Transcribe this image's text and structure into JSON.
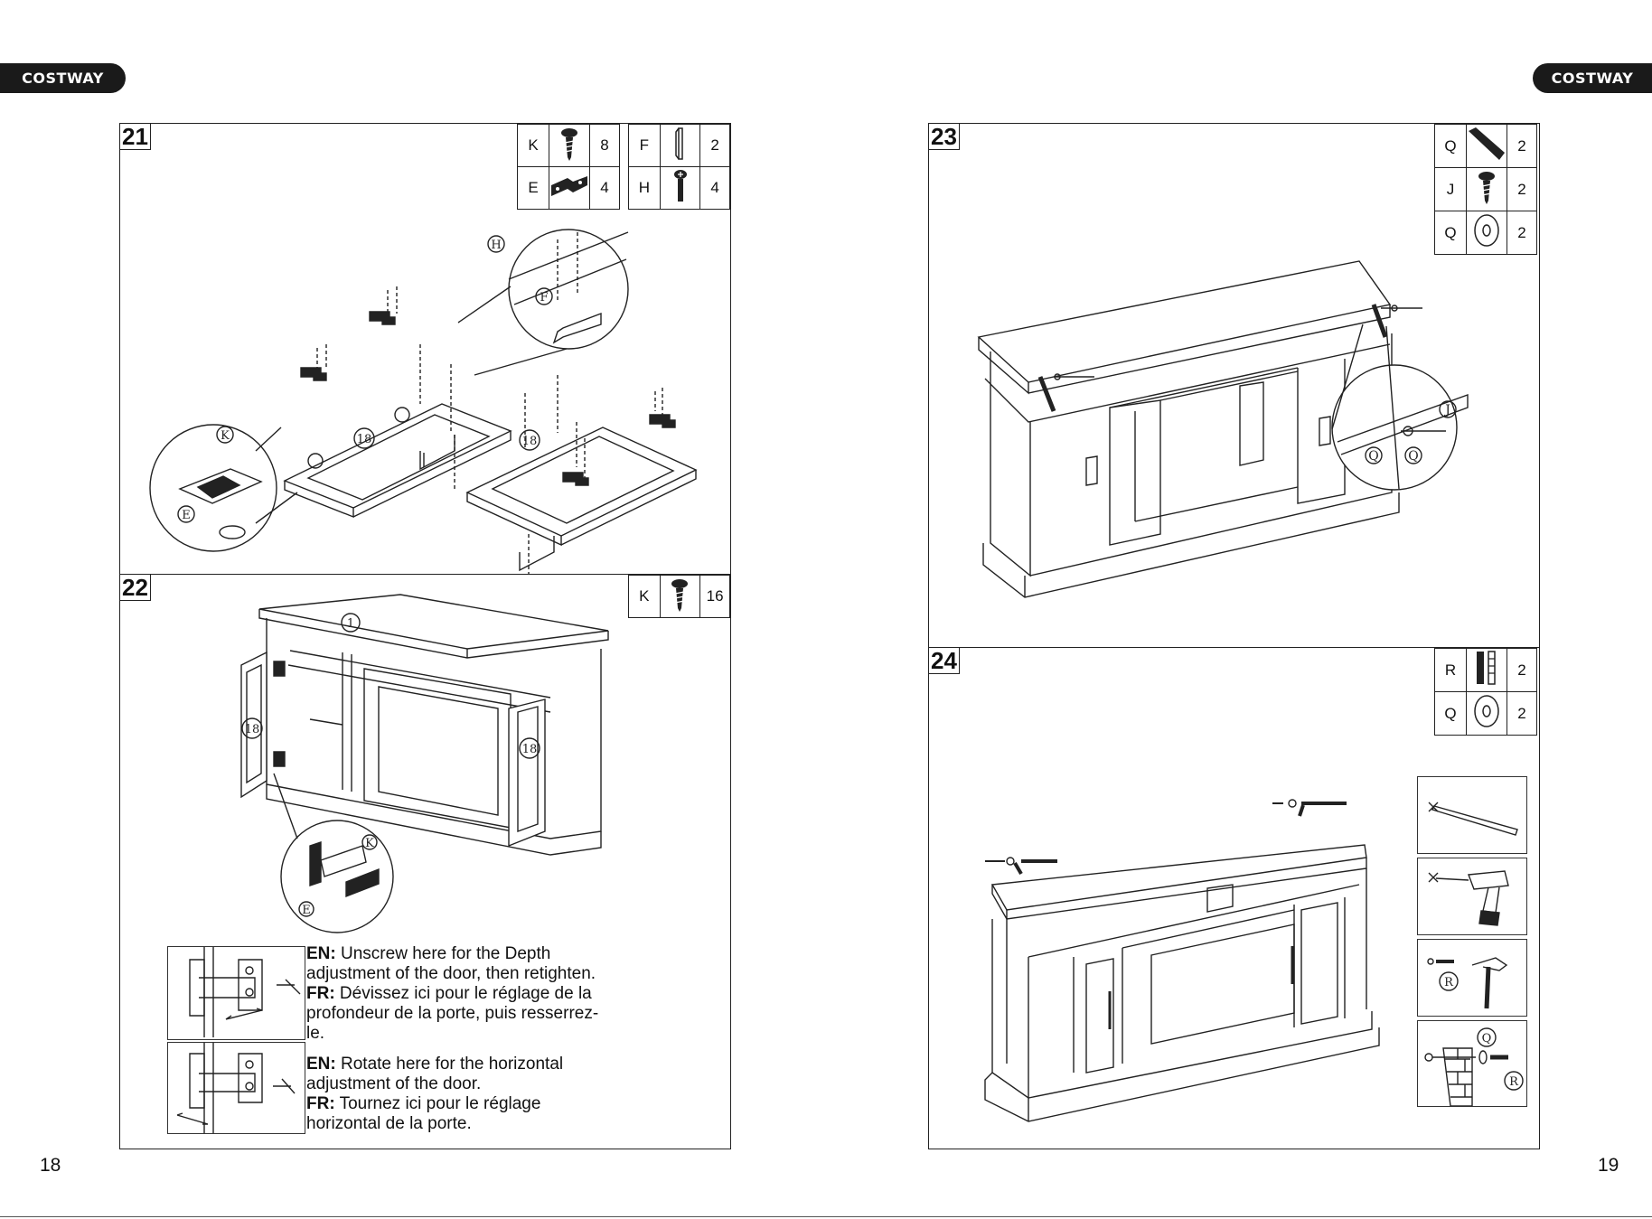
{
  "brand": {
    "left": "COSTWAY",
    "right": "COSTWAY"
  },
  "pages": {
    "left": "18",
    "right": "19"
  },
  "steps": {
    "s21": {
      "number": "21",
      "parts": [
        {
          "code": "K",
          "icon": "flat-head-screw-icon",
          "qty": "8"
        },
        {
          "code": "F",
          "icon": "handle-icon",
          "qty": "2"
        },
        {
          "code": "E",
          "icon": "hinge-icon",
          "qty": "4"
        },
        {
          "code": "H",
          "icon": "pan-screw-icon",
          "qty": "4"
        }
      ],
      "callouts": {
        "door": "18",
        "door2": "18",
        "h": "H",
        "f": "F",
        "k": "K",
        "e": "E"
      }
    },
    "s22": {
      "number": "22",
      "parts": [
        {
          "code": "K",
          "icon": "flat-head-screw-icon",
          "qty": "16"
        }
      ],
      "callouts": {
        "top": "1",
        "doorL": "18",
        "doorR": "18",
        "k": "K",
        "e": "E"
      },
      "notes": [
        {
          "en_label": "EN:",
          "en_text": " Unscrew here for the Depth adjustment of the door, then retighten.",
          "fr_label": "FR:",
          "fr_text": " Dévissez ici pour le réglage de la profondeur de la porte, puis resserrez-le."
        },
        {
          "en_label": "EN:",
          "en_text": " Rotate here for the horizontal adjustment of the door.",
          "fr_label": "FR:",
          "fr_text": " Tournez ici pour le réglage horizontal de la porte."
        }
      ]
    },
    "s23": {
      "number": "23",
      "parts": [
        {
          "code": "Q",
          "icon": "anti-tip-strap-icon",
          "qty": "2"
        },
        {
          "code": "J",
          "icon": "screw-icon",
          "qty": "2"
        },
        {
          "code": "Q",
          "icon": "washer-icon",
          "qty": "2"
        }
      ],
      "callouts": {
        "j": "J",
        "q1": "Q",
        "q2": "Q"
      }
    },
    "s24": {
      "number": "24",
      "parts": [
        {
          "code": "R",
          "icon": "anchor-screw-icon",
          "qty": "2"
        },
        {
          "code": "Q",
          "icon": "washer-icon",
          "qty": "2"
        }
      ],
      "callouts": {
        "r1": "R",
        "q": "Q",
        "r2": "R"
      }
    }
  }
}
